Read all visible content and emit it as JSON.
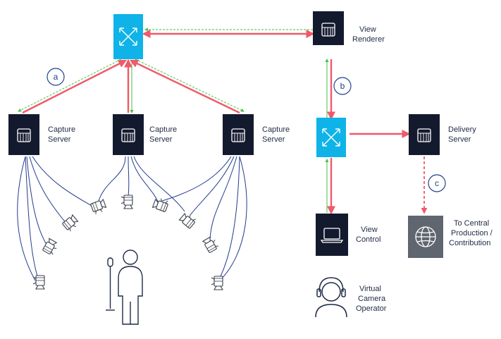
{
  "colors": {
    "server_bg": "#141a2e",
    "switch_bg": "#0fb3e8",
    "red_link": "#f0596a",
    "green_link": "#46c043",
    "camera_wire": "#233b8f",
    "label_text": "#1f2a44",
    "globe_bg": "#5f6670"
  },
  "icons": {
    "switch": "network-switch-icon",
    "server": "server-icon",
    "laptop": "laptop-icon",
    "globe": "globe-icon",
    "camera": "camera-icon",
    "person": "person-icon",
    "microphone": "microphone-icon",
    "headset": "headset-operator-icon"
  },
  "nodes": {
    "view_renderer": [
      "View",
      "Renderer"
    ],
    "capture_server_1": [
      "Capture",
      "Server"
    ],
    "capture_server_2": [
      "Capture",
      "Server"
    ],
    "capture_server_3": [
      "Capture",
      "Server"
    ],
    "delivery_server": [
      "Delivery",
      "Server"
    ],
    "view_control": [
      "View",
      "Control"
    ],
    "central_production": [
      "To Central",
      "Production /",
      "Contribution"
    ],
    "virtual_camera_operator": [
      "Virtual",
      "Camera",
      "Operator"
    ]
  },
  "callouts": {
    "a": "a",
    "b": "b",
    "c": "c"
  }
}
